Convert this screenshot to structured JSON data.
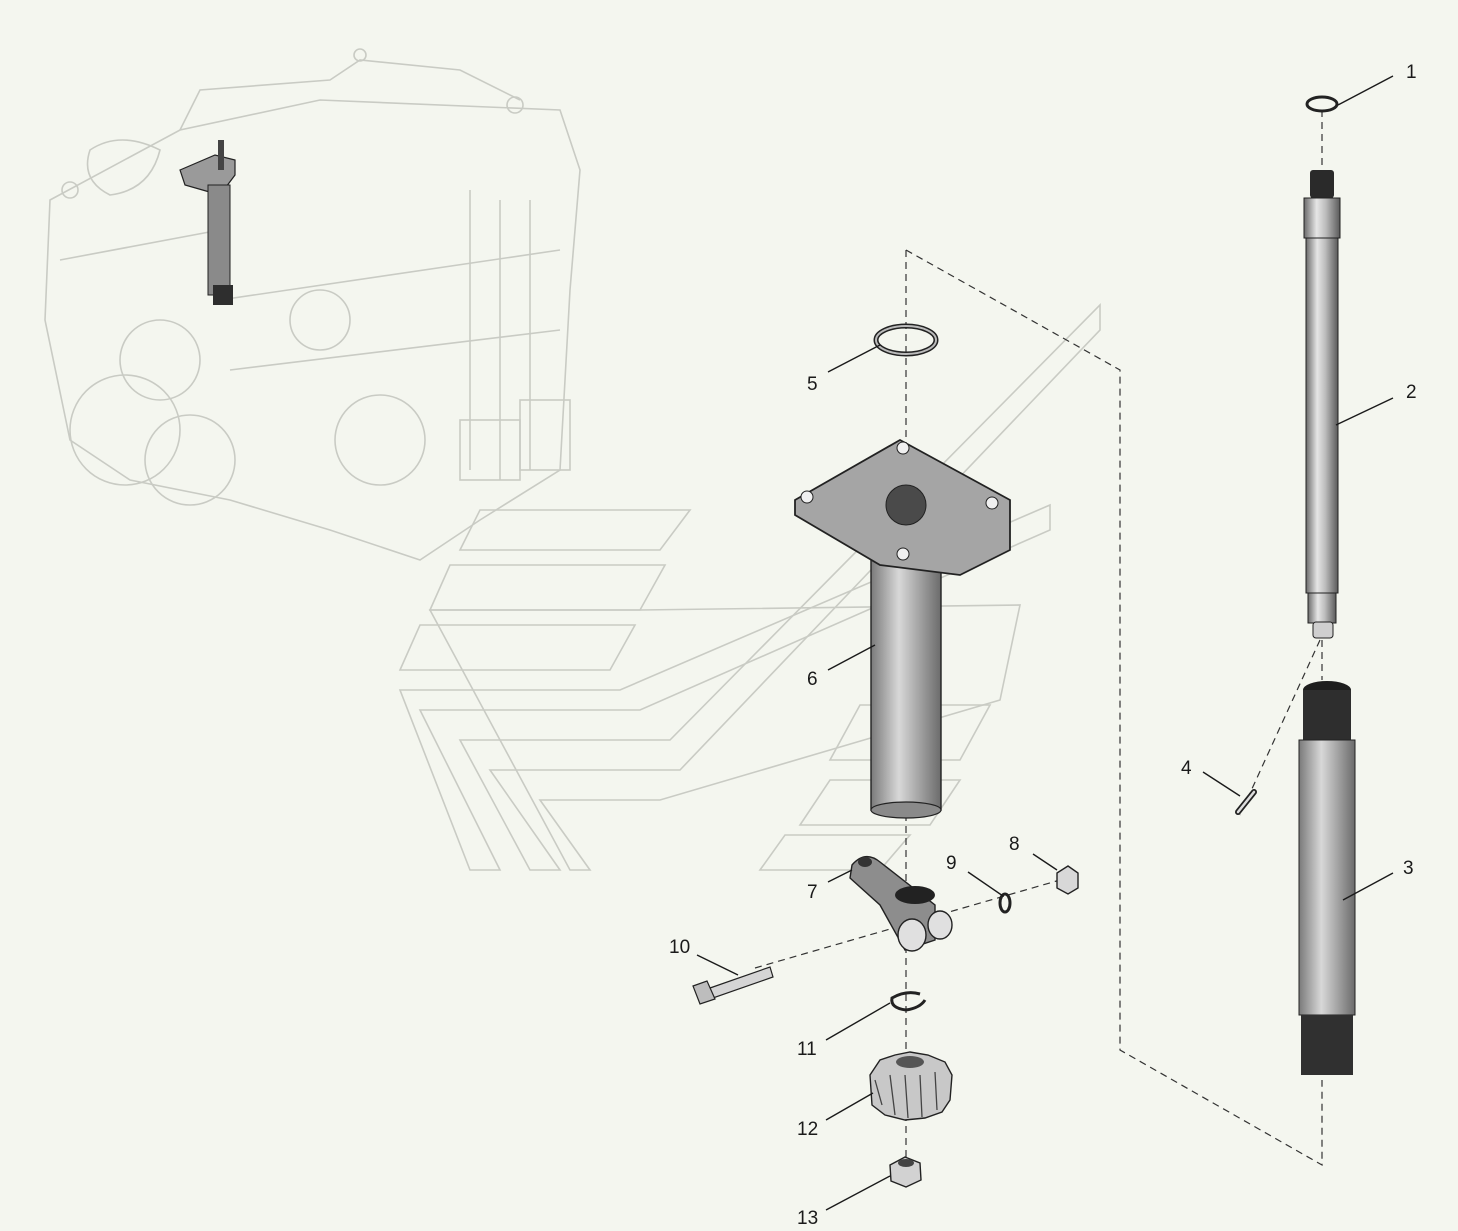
{
  "diagram": {
    "callouts": [
      {
        "id": "1",
        "label": "1"
      },
      {
        "id": "2",
        "label": "2"
      },
      {
        "id": "3",
        "label": "3"
      },
      {
        "id": "4",
        "label": "4"
      },
      {
        "id": "5",
        "label": "5"
      },
      {
        "id": "6",
        "label": "6"
      },
      {
        "id": "7",
        "label": "7"
      },
      {
        "id": "8",
        "label": "8"
      },
      {
        "id": "9",
        "label": "9"
      },
      {
        "id": "10",
        "label": "10"
      },
      {
        "id": "11",
        "label": "11"
      },
      {
        "id": "12",
        "label": "12"
      },
      {
        "id": "13",
        "label": "13"
      }
    ],
    "colors": {
      "background": "#f4f6ef",
      "part_fill": "#c8c8c8",
      "part_dark": "#3a3a3a",
      "ghost_lines": "#c9cbc4",
      "highlight_fill": "#9a9a9a"
    }
  }
}
